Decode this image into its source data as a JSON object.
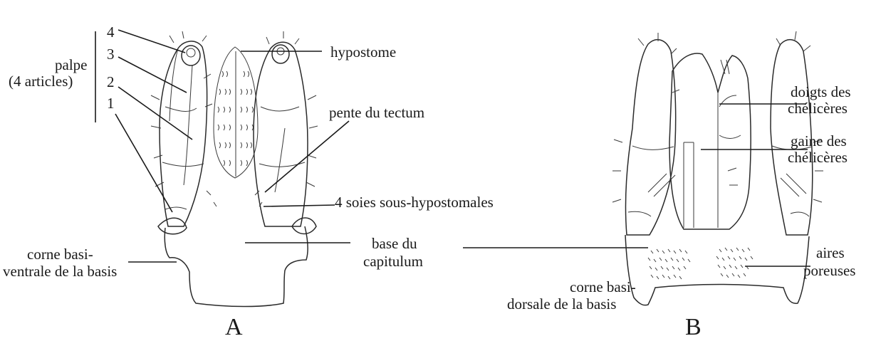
{
  "figure_a": {
    "letter": "A",
    "palpe_group": {
      "line1": "palpe",
      "line2": "(4 articles)"
    },
    "article_numbers": [
      "4",
      "3",
      "2",
      "1"
    ],
    "labels": {
      "hypostome": "hypostome",
      "pente_tectum": "pente du tectum",
      "soies": "4 soies sous-hypostomales",
      "base_line1": "base du",
      "base_line2": "capitulum",
      "corne_line1": "corne basi-",
      "corne_line2": "ventrale de la basis"
    }
  },
  "figure_b": {
    "letter": "B",
    "labels": {
      "doigts_line1": "doigts des",
      "doigts_line2": "chélicères",
      "gaine_line1": "gaine des",
      "gaine_line2": "chélicères",
      "aires_line1": "aires",
      "aires_line2": "poreuses",
      "corne_line1": "corne basi-",
      "corne_line2": "dorsale de la basis"
    }
  }
}
